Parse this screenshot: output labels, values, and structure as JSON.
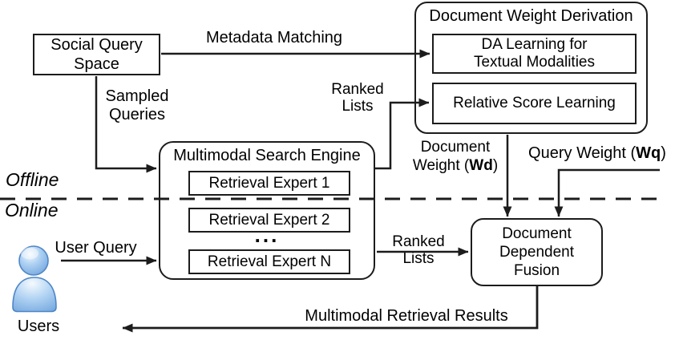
{
  "figure": {
    "regions": {
      "offline": "Offline",
      "online": "Online"
    },
    "social_query_space": {
      "title": "Social Query Space"
    },
    "document_weight_derivation": {
      "title": "Document Weight Derivation",
      "da_learning": "DA Learning for Textual Modalities",
      "relative_score_learning": "Relative Score Learning"
    },
    "multimodal_search_engine": {
      "title": "Multimodal Search Engine",
      "experts": [
        "Retrieval Expert 1",
        "Retrieval Expert 2",
        "Retrieval Expert N"
      ],
      "ellipsis": "..."
    },
    "document_dependent_fusion": {
      "title": "Document Dependent Fusion"
    },
    "labels": {
      "metadata_matching": "Metadata Matching",
      "sampled_queries": "Sampled Queries",
      "ranked_lists_top": "Ranked Lists",
      "ranked_lists_bottom": "Ranked Lists",
      "document_weight": {
        "line1": "Document",
        "line2_pre": "Weight (",
        "line2_bold": "Wd",
        "line2_suf": ")"
      },
      "query_weight": {
        "pre": "Query Weight (",
        "bold": "Wq",
        "suf": ")"
      },
      "user_query": "User Query",
      "multimodal_retrieval_results": "Multimodal Retrieval Results",
      "users": "Users"
    },
    "colors": {
      "line": "#1c1c1c",
      "person_highlight": "#f4fafe",
      "person_mid": "#aed1f2",
      "person_deep": "#74a7de",
      "person_stroke": "#4f86c6"
    }
  }
}
